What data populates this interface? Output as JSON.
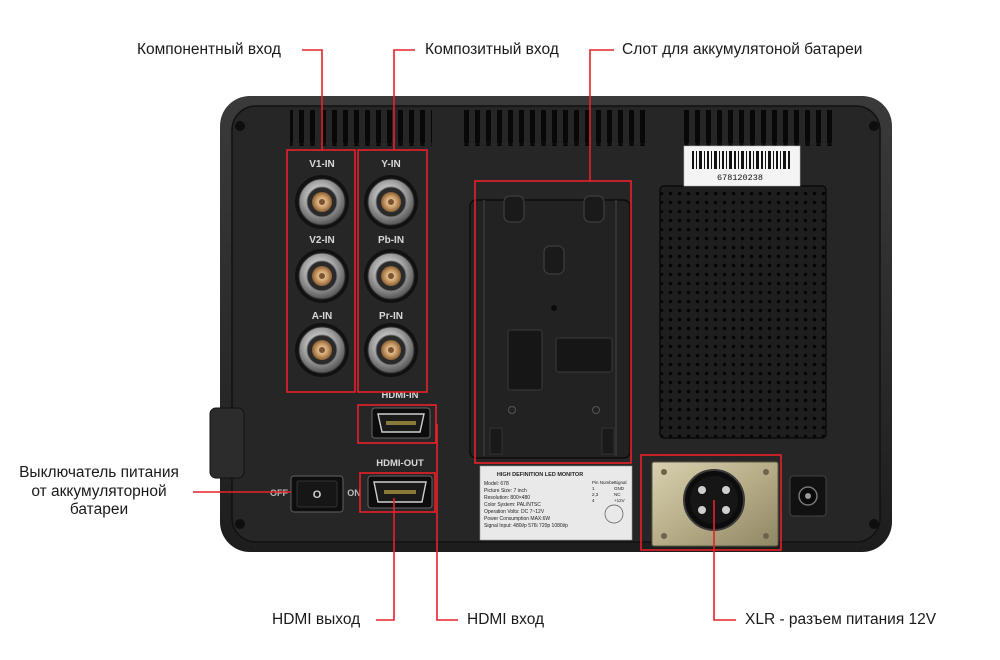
{
  "labels": {
    "component_input": "Компонентный вход",
    "composite_input": "Композитный вход",
    "battery_slot": "Слот для аккумулятоной батареи",
    "battery_switch_line1": "Выключатель питания",
    "battery_switch_line2": "от аккумуляторной",
    "battery_switch_line3": "батареи",
    "hdmi_output": "HDMI выход",
    "hdmi_input": "HDMI вход",
    "xlr_power": "XLR - разъем питания 12V"
  },
  "device": {
    "barcode_number": "678120238",
    "ports": {
      "v1_in": "V1-IN",
      "v2_in": "V2-IN",
      "a_in": "A-IN",
      "y_in": "Y-IN",
      "pb_in": "Pb-IN",
      "pr_in": "Pr-IN",
      "hdmi_in": "HDMI-IN",
      "hdmi_out": "HDMI-OUT"
    },
    "switch": {
      "off": "OFF",
      "on": "ON",
      "mark": "O"
    },
    "spec_label": {
      "title": "HIGH DEFINITION LED MONITOR",
      "lines": [
        "Model: 678",
        "Picture Size: 7 inch",
        "Resolution: 800×480",
        "Color System: PAL/NTSC",
        "Operation Volts: DC 7~12V",
        "Power Consumption MAX:6W",
        "Signal Input: 480i/p 576i 720p 1080i/p"
      ],
      "table_header": [
        "Pin Number",
        "Signal"
      ],
      "table_rows": [
        [
          "1",
          "GND"
        ],
        [
          "2,3",
          "NC"
        ],
        [
          "4",
          "+12V"
        ]
      ]
    }
  },
  "colors": {
    "annotation_red": "#e8202a",
    "housing": "#2a2a2a",
    "panel": "#1c1c1c"
  }
}
